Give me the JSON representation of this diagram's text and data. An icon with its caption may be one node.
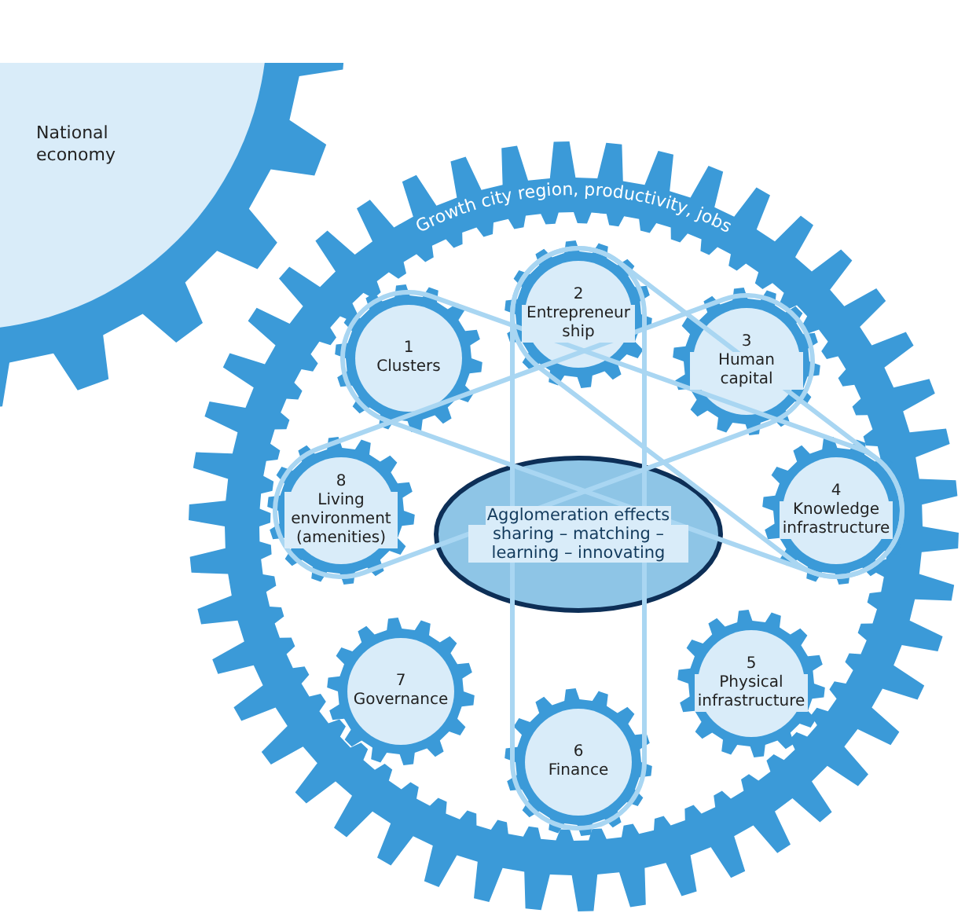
{
  "diagram": {
    "nodes": [
      {
        "text": [
          "National economy"
        ]
      },
      {
        "text": [
          "Growth city region, productivity, jobs"
        ]
      },
      {
        "text": [
          "1",
          "Clusters"
        ],
        "in": 1
      },
      {
        "text": [
          "2",
          "Entrepreneur ship"
        ],
        "in": 1
      },
      {
        "text": [
          "3",
          "Human capital"
        ],
        "in": 1
      },
      {
        "text": [
          "4",
          "Knowledge infrastructure"
        ],
        "in": 1
      },
      {
        "text": [
          "5",
          "Physical infrastructure"
        ],
        "in": 1
      },
      {
        "text": [
          "6",
          "Finance"
        ],
        "in": 1
      },
      {
        "text": [
          "7",
          "Governance"
        ],
        "in": 1
      },
      {
        "text": [
          "8",
          "Living environment (amenities)"
        ],
        "in": 1
      },
      {
        "text": [
          "Agglomeration effects",
          "sharing – matching – learning – innovating"
        ],
        "in": 1
      }
    ],
    "edges": [
      {
        "from": 3,
        "to": 7,
        "arrow": "none"
      },
      {
        "from": 2,
        "to": 5,
        "arrow": "none"
      },
      {
        "from": 4,
        "to": 9,
        "arrow": "none"
      },
      {
        "from": 3,
        "to": 5,
        "arrow": "none"
      }
    ]
  }
}
